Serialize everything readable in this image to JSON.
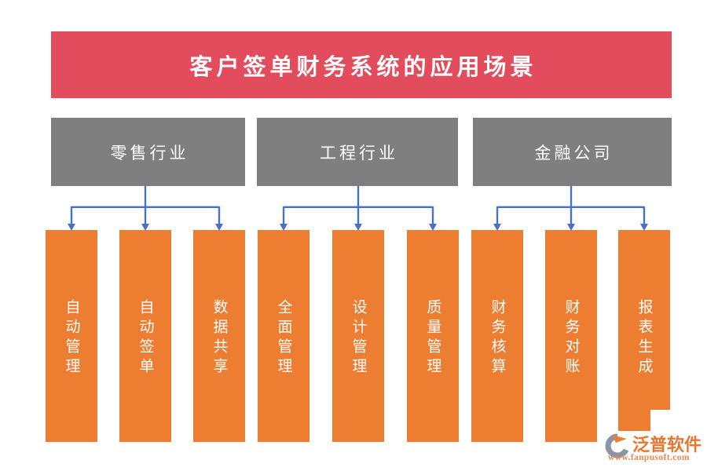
{
  "title": "客户签单财务系统的应用场景",
  "groups": [
    {
      "label": "零售行业",
      "items": [
        "自动管理",
        "自动签单",
        "数据共享"
      ]
    },
    {
      "label": "工程行业",
      "items": [
        "全面管理",
        "设计管理",
        "质量管理"
      ]
    },
    {
      "label": "金融公司",
      "items": [
        "财务核算",
        "财务对账",
        "报表生成"
      ]
    }
  ],
  "watermark": {
    "brand": "泛普软件",
    "url": "www.fanpusoft.com"
  },
  "colors": {
    "banner_red": "#e24c5c",
    "header_gray": "#7f7f7f",
    "bar_orange": "#ed7d31",
    "connector_blue": "#4472c4",
    "logo_orange": "#e8762f",
    "logo_url_orange": "#ea8a50",
    "logo_icon_gray": "#8b96a5",
    "text_white": "#ffffff"
  }
}
